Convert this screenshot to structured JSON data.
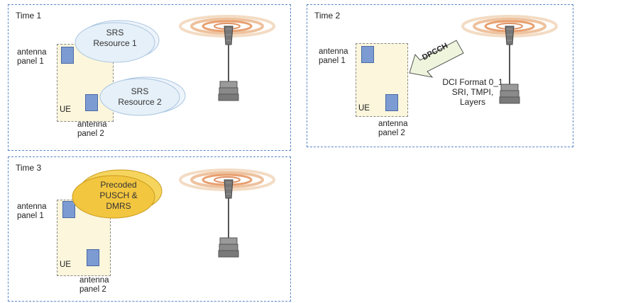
{
  "time1": {
    "title": "Time 1",
    "panel1_label": "antenna\npanel 1",
    "panel2_label": "antenna\npanel 2",
    "ue_label": "UE",
    "srs1": "SRS\nResource 1",
    "srs2": "SRS\nResource 2"
  },
  "time2": {
    "title": "Time 2",
    "panel1_label": "antenna\npanel 1",
    "panel2_label": "antenna\npanel 2",
    "ue_label": "UE",
    "arrow_label": "DPCCH",
    "dci_text": "DCI Format 0_1\nSRI, TMPI,\nLayers"
  },
  "time3": {
    "title": "Time 3",
    "panel1_label": "antenna\npanel 1",
    "panel2_label": "antenna\npanel 2",
    "ue_label": "UE",
    "pusch": "Precoded\nPUSCH &\nDMRS"
  },
  "colors": {
    "srs_fill": "#e6f0f8",
    "pusch_fill": "#f3c640",
    "ue_fill": "#fbf6dc",
    "antenna_square": "#7d9bd3",
    "border_dash": "#5b87c8",
    "wave": "#e8a070"
  },
  "icons": [
    "base-station-tower-icon",
    "signal-wave-icon",
    "arrow-icon"
  ]
}
